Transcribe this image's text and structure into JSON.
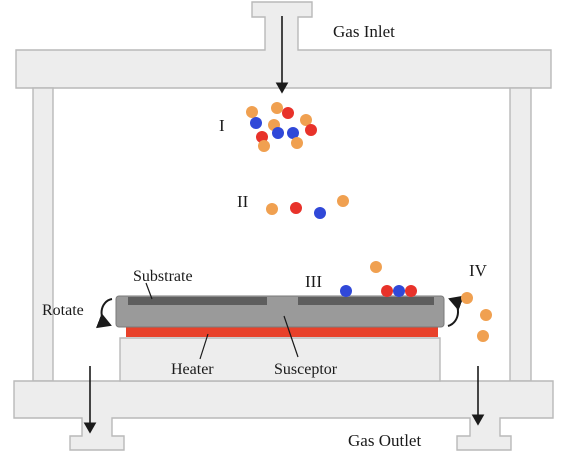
{
  "labels": {
    "gas_inlet": "Gas Inlet",
    "gas_outlet": "Gas Outlet",
    "substrate": "Substrate",
    "rotate": "Rotate",
    "heater": "Heater",
    "susceptor": "Susceptor",
    "stage_1": "I",
    "stage_2": "II",
    "stage_3": "III",
    "stage_4": "IV"
  },
  "colors": {
    "wall": "#ededed",
    "wall_edge": "#b9b9b9",
    "susceptor": "#9a9a9a",
    "substrate": "#5e5e5e",
    "heater": "#e8412a",
    "particle_orange": "#f0a050",
    "particle_red": "#e8322a",
    "particle_blue": "#3048d8"
  }
}
